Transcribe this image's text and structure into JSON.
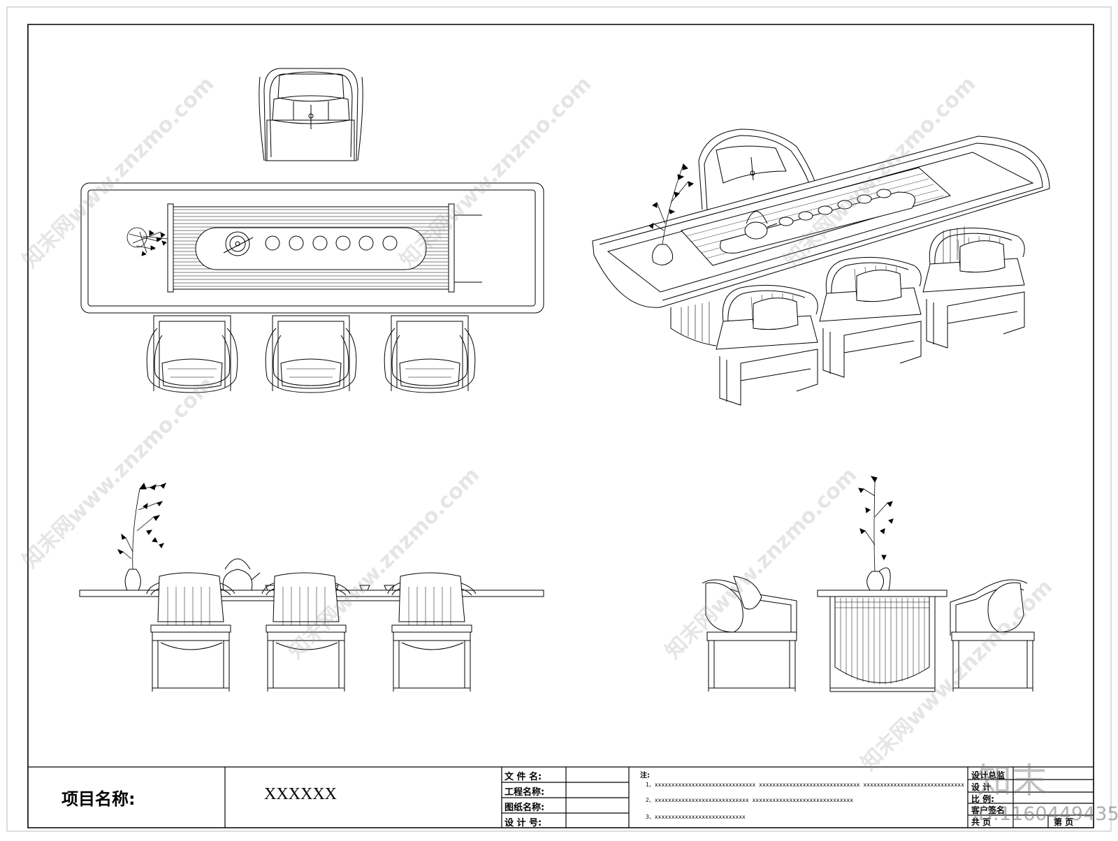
{
  "title_block": {
    "project_label": "项目名称:",
    "project_value": "XXXXXX",
    "fields": [
      "文 件 名:",
      "工程名称:",
      "图纸名称:",
      "设 计 号:"
    ],
    "notes_label": "注:",
    "notes": [
      "1、xxxxxxxxxxxxxxxxxxxxxxxxxxxxxx   xxxxxxxxxxxxxxxxxxxxxxxxxxxxxx   xxxxxxxxxxxxxxxxxxxxxxxxxxxxxx",
      "2、xxxxxxxxxxxxxxxxxxxxxxxxxxxx   xxxxxxxxxxxxxxxxxxxxxxxxxxxxxx",
      "3、xxxxxxxxxxxxxxxxxxxxxxxxxxx"
    ],
    "right_fields": [
      "设计总监",
      "设 计",
      "比  例:",
      "客户签名",
      "共   页"
    ],
    "right_tail": "第 页"
  },
  "watermark": {
    "text": "知末网www.znzmo.com",
    "logo": "知末",
    "id": "ID:1160449435"
  }
}
